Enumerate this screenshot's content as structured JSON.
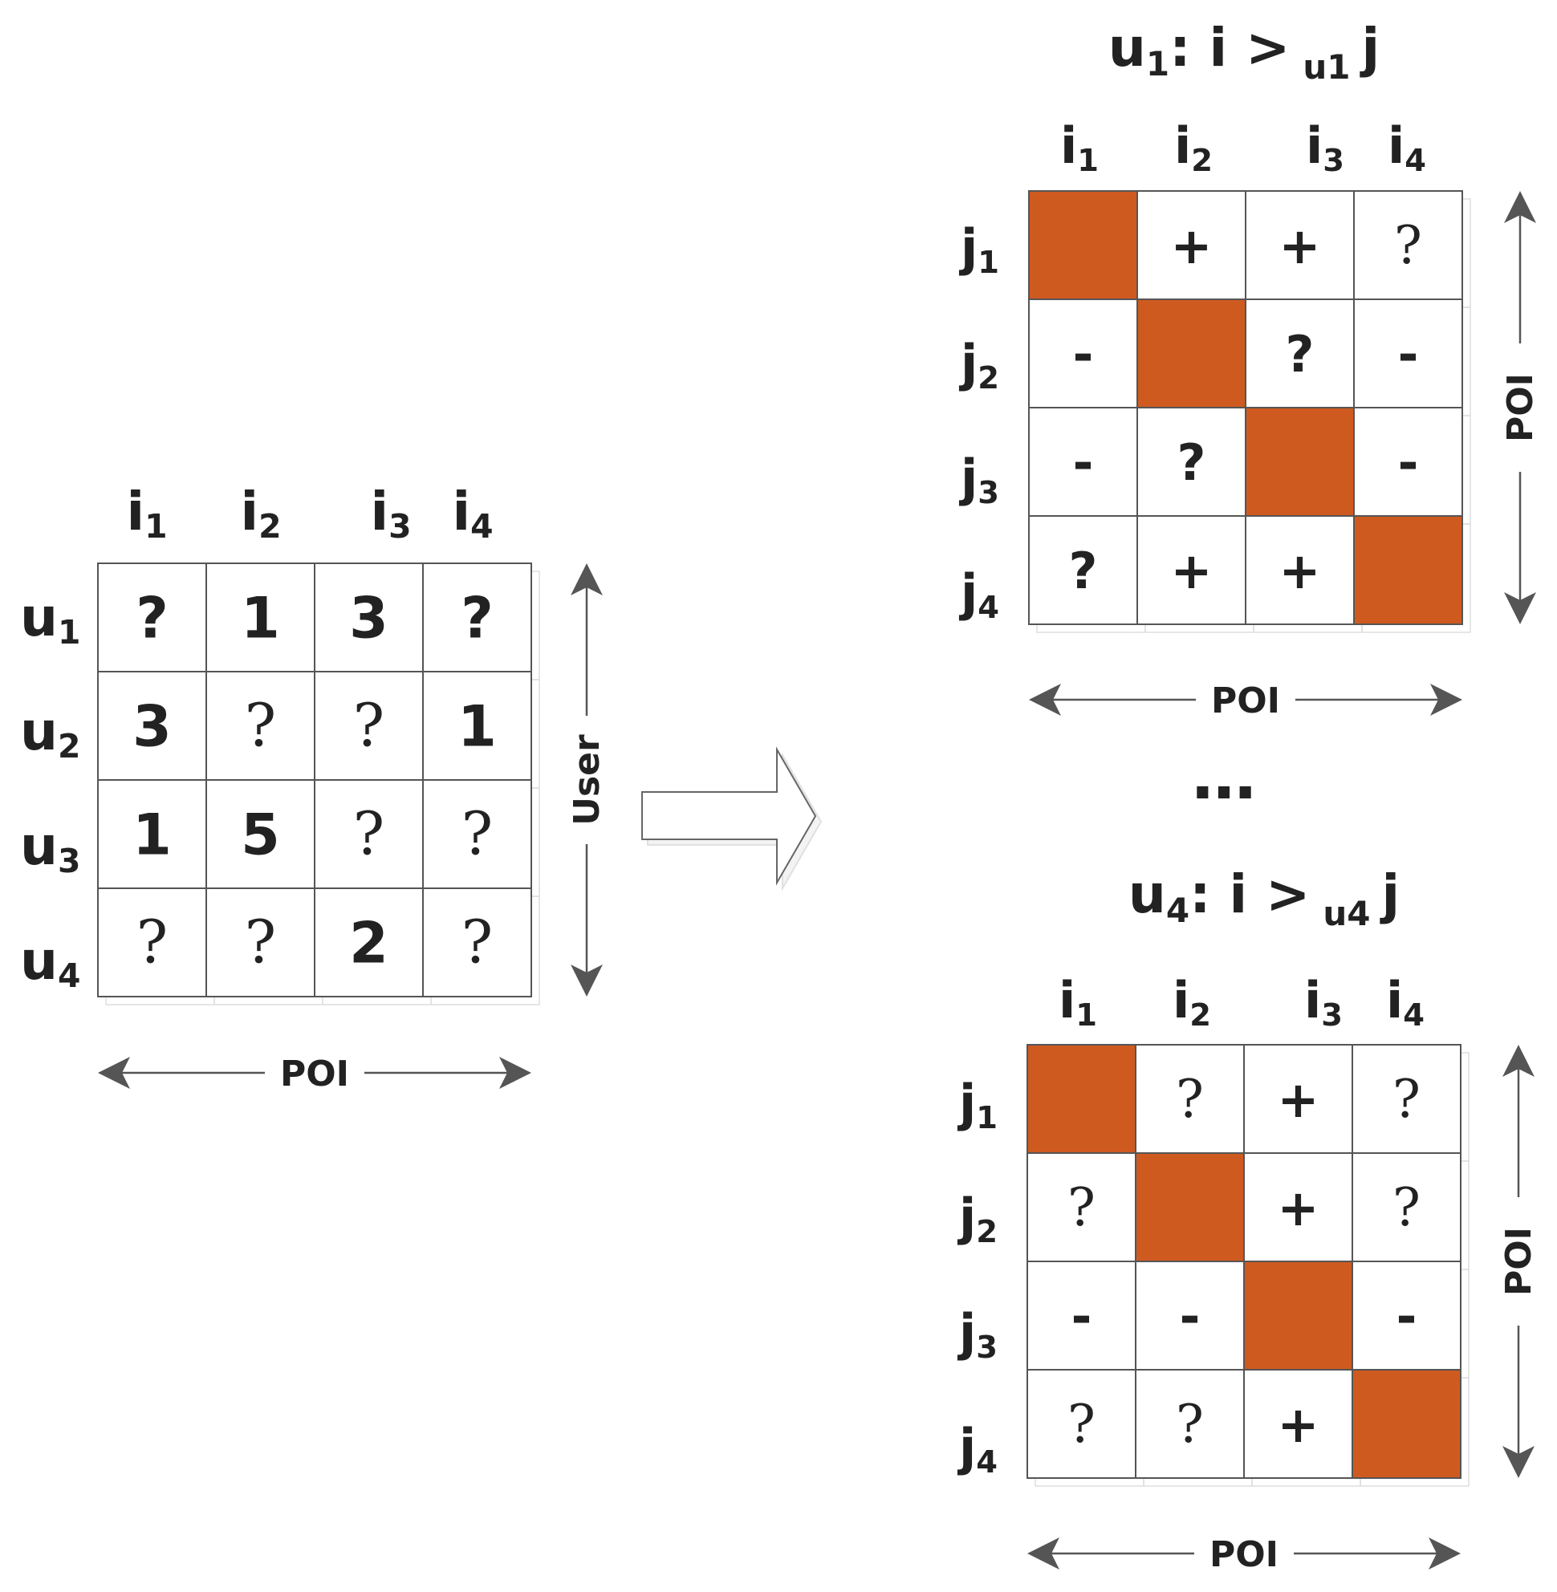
{
  "colors": {
    "diagonal": "#cf5a20",
    "grid_line": "#555555",
    "arrow": "#555555",
    "text": "#222222"
  },
  "user_item_matrix": {
    "col_labels": [
      {
        "base": "i",
        "sub": "1"
      },
      {
        "base": "i",
        "sub": "2"
      },
      {
        "base": "i",
        "sub": "3"
      },
      {
        "base": "i",
        "sub": "4"
      }
    ],
    "row_labels": [
      {
        "base": "u",
        "sub": "1"
      },
      {
        "base": "u",
        "sub": "2"
      },
      {
        "base": "u",
        "sub": "3"
      },
      {
        "base": "u",
        "sub": "4"
      }
    ],
    "cells": [
      [
        {
          "v": "?",
          "bold": true
        },
        {
          "v": "1",
          "bold": true
        },
        {
          "v": "3",
          "bold": true
        },
        {
          "v": "?",
          "bold": true
        }
      ],
      [
        {
          "v": "3",
          "bold": true
        },
        {
          "v": "?",
          "bold": false
        },
        {
          "v": "?",
          "bold": false
        },
        {
          "v": "1",
          "bold": true
        }
      ],
      [
        {
          "v": "1",
          "bold": true
        },
        {
          "v": "5",
          "bold": true
        },
        {
          "v": "?",
          "bold": false
        },
        {
          "v": "?",
          "bold": false
        }
      ],
      [
        {
          "v": "?",
          "bold": false
        },
        {
          "v": "?",
          "bold": false
        },
        {
          "v": "2",
          "bold": true
        },
        {
          "v": "?",
          "bold": false
        }
      ]
    ],
    "x_axis_label": "POI",
    "y_axis_label": "User"
  },
  "ellipsis": "…",
  "pairwise_matrices": [
    {
      "title": {
        "user": "u",
        "user_sub": "1",
        "relation": ": i >",
        "rel_sub": "u1",
        "tail": "j"
      },
      "col_labels": [
        {
          "base": "i",
          "sub": "1"
        },
        {
          "base": "i",
          "sub": "2"
        },
        {
          "base": "i",
          "sub": "3"
        },
        {
          "base": "i",
          "sub": "4"
        }
      ],
      "row_labels": [
        {
          "base": "j",
          "sub": "1"
        },
        {
          "base": "j",
          "sub": "2"
        },
        {
          "base": "j",
          "sub": "3"
        },
        {
          "base": "j",
          "sub": "4"
        }
      ],
      "cells": [
        [
          {
            "v": "",
            "bold": true
          },
          {
            "v": "+",
            "bold": true
          },
          {
            "v": "+",
            "bold": true
          },
          {
            "v": "?",
            "bold": false
          }
        ],
        [
          {
            "v": "-",
            "bold": true
          },
          {
            "v": "",
            "bold": true
          },
          {
            "v": "?",
            "bold": true
          },
          {
            "v": "-",
            "bold": true
          }
        ],
        [
          {
            "v": "-",
            "bold": true
          },
          {
            "v": "?",
            "bold": true
          },
          {
            "v": "",
            "bold": true
          },
          {
            "v": "-",
            "bold": true
          }
        ],
        [
          {
            "v": "?",
            "bold": true
          },
          {
            "v": "+",
            "bold": true
          },
          {
            "v": "+",
            "bold": true
          },
          {
            "v": "",
            "bold": true
          }
        ]
      ],
      "x_axis_label": "POI",
      "y_axis_label": "POI"
    },
    {
      "title": {
        "user": "u",
        "user_sub": "4",
        "relation": ": i >",
        "rel_sub": "u4",
        "tail": "j"
      },
      "col_labels": [
        {
          "base": "i",
          "sub": "1"
        },
        {
          "base": "i",
          "sub": "2"
        },
        {
          "base": "i",
          "sub": "3"
        },
        {
          "base": "i",
          "sub": "4"
        }
      ],
      "row_labels": [
        {
          "base": "j",
          "sub": "1"
        },
        {
          "base": "j",
          "sub": "2"
        },
        {
          "base": "j",
          "sub": "3"
        },
        {
          "base": "j",
          "sub": "4"
        }
      ],
      "cells": [
        [
          {
            "v": "",
            "bold": true
          },
          {
            "v": "?",
            "bold": false
          },
          {
            "v": "+",
            "bold": true
          },
          {
            "v": "?",
            "bold": false
          }
        ],
        [
          {
            "v": "?",
            "bold": false
          },
          {
            "v": "",
            "bold": true
          },
          {
            "v": "+",
            "bold": true
          },
          {
            "v": "?",
            "bold": false
          }
        ],
        [
          {
            "v": "-",
            "bold": true
          },
          {
            "v": "-",
            "bold": true
          },
          {
            "v": "",
            "bold": true
          },
          {
            "v": "-",
            "bold": true
          }
        ],
        [
          {
            "v": "?",
            "bold": false
          },
          {
            "v": "?",
            "bold": false
          },
          {
            "v": "+",
            "bold": true
          },
          {
            "v": "",
            "bold": true
          }
        ]
      ],
      "x_axis_label": "POI",
      "y_axis_label": "POI"
    }
  ]
}
